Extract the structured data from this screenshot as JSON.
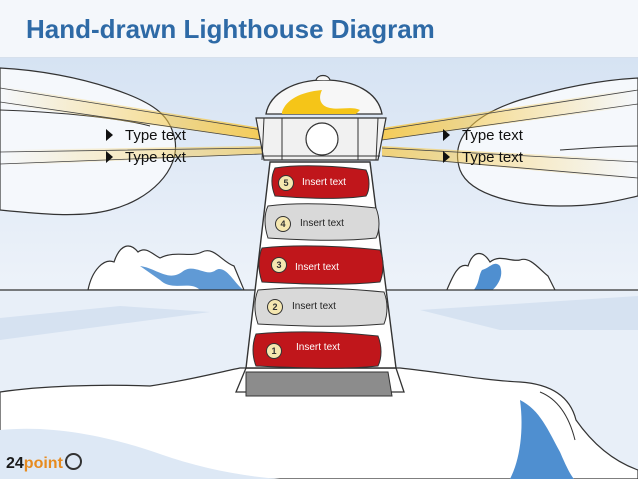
{
  "title": "Hand-drawn Lighthouse Diagram",
  "left_bullets": [
    "Type text",
    "Type text"
  ],
  "right_bullets": [
    "Type text",
    "Type text"
  ],
  "levels": [
    {
      "number": "5",
      "label": "Insert text"
    },
    {
      "number": "4",
      "label": "Insert text"
    },
    {
      "number": "3",
      "label": "Insert text"
    },
    {
      "number": "2",
      "label": "Insert text"
    },
    {
      "number": "1",
      "label": "Insert text"
    }
  ],
  "brand": {
    "number": "24",
    "word": "point"
  },
  "colors": {
    "title": "#2e6aa6",
    "red_band": "#c0161b",
    "gray_band": "#d9d9d9",
    "sky": "#dfe9f5",
    "water": "#e7eef7",
    "ice": "#4f8fd0",
    "dome": "#f5c518"
  }
}
